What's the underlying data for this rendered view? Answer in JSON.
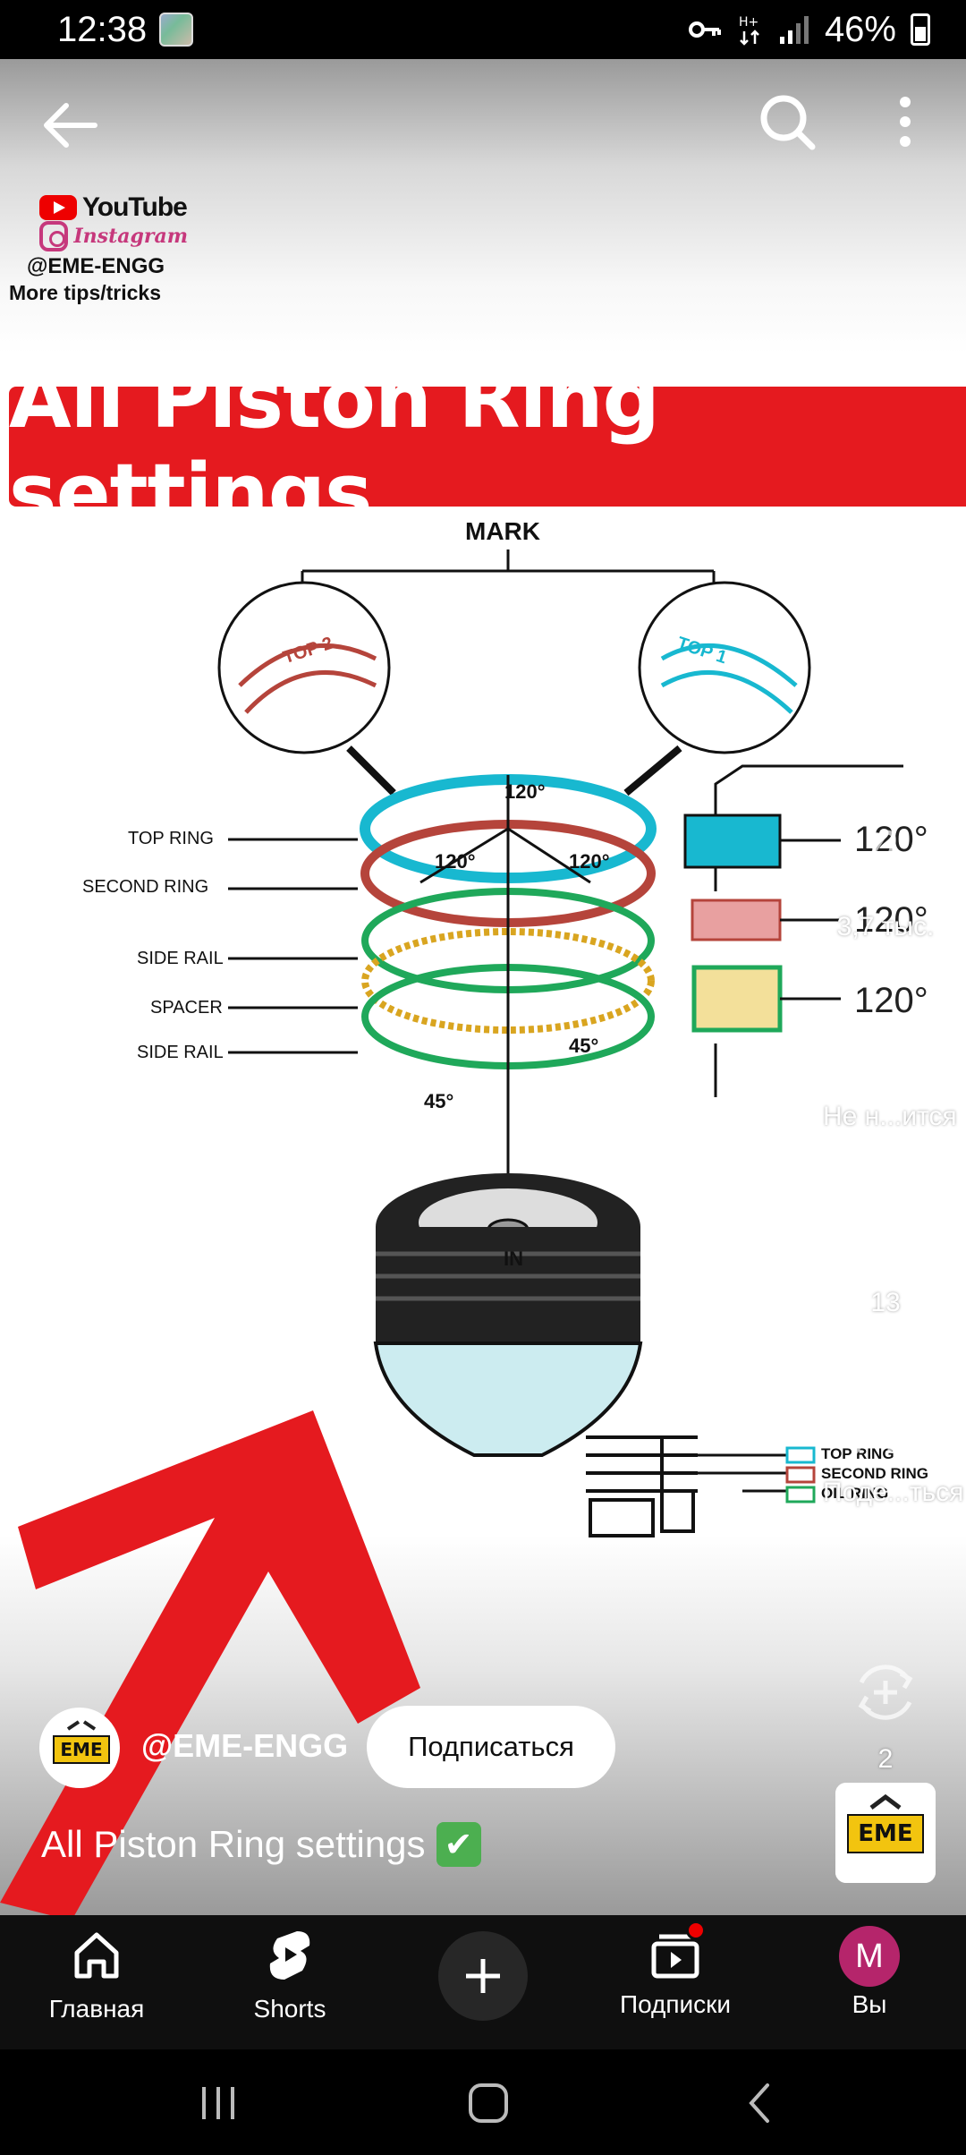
{
  "status_bar": {
    "time": "12:38",
    "battery": "46%"
  },
  "top_bar": {
    "back": "back-arrow-icon",
    "search": "search-icon",
    "more": "more-vert-icon"
  },
  "watermark": {
    "youtube": "YouTube",
    "instagram": "Instagram",
    "handle": "@EME-ENGG",
    "tips": "More tips/tricks"
  },
  "video_frame": {
    "banner_title": "All Piston Ring settings",
    "mark": "MARK",
    "top2": "TOP 2",
    "top1": "TOP 1",
    "ring_labels": [
      "TOP RING",
      "SECOND RING",
      "SIDE RAIL",
      "SPACER",
      "SIDE RAIL"
    ],
    "angles": [
      "120°",
      "120°",
      "120°"
    ],
    "side_angles": [
      "120°",
      "120°",
      "120°"
    ],
    "small_angles": [
      "45°",
      "45°"
    ],
    "in_label": "IN",
    "legend": [
      "TOP RING",
      "SECOND RING",
      "OIL RING"
    ]
  },
  "actions": {
    "like_count": "3,7 тыс.",
    "dislike_label": "Не н...ится",
    "comments_count": "13",
    "share_label": "Поде...ться",
    "remix_count": "2"
  },
  "channel": {
    "name": "@EME-ENGG",
    "subscribe": "Подписаться",
    "avatar_text": "EME"
  },
  "video": {
    "title": "All Piston Ring settings",
    "emoji": "✔"
  },
  "music_thumb": {
    "text": "EME"
  },
  "nav": {
    "home": "Главная",
    "shorts": "Shorts",
    "subscriptions": "Подписки",
    "you": "Вы",
    "you_initial": "M"
  },
  "colors": {
    "accent_red": "#e51a1f",
    "nav_bg": "#0f0f0f",
    "avatar": "#b5256b",
    "cyan": "#18b8d0",
    "brown": "#b5443b",
    "green": "#1fa85a"
  }
}
